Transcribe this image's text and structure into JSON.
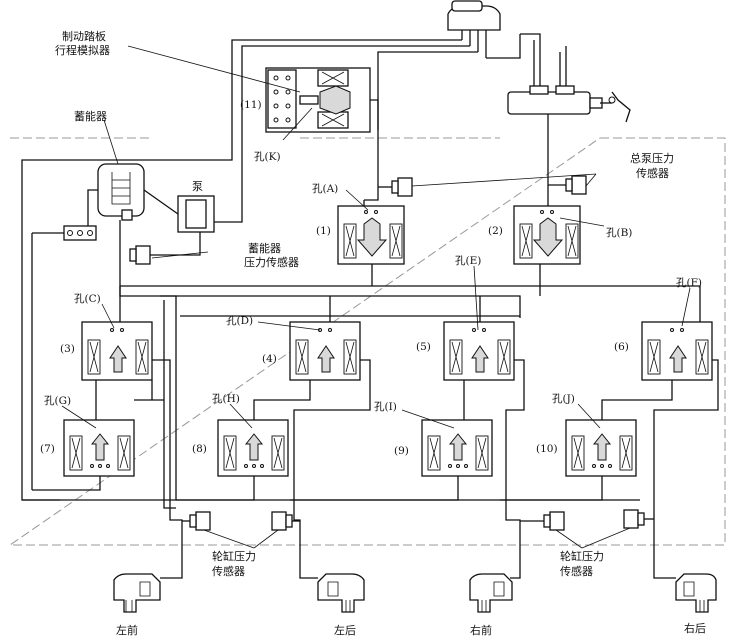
{
  "labels": {
    "pedal_simulator": [
      "制动踏板",
      "行程模拟器"
    ],
    "accumulator": "蓄能器",
    "pump": "泵",
    "accumulator_sensor": [
      "蓄能器",
      "压力传感器"
    ],
    "master_sensor": [
      "总泵压力",
      "传感器"
    ],
    "wheel_sensor_left": [
      "轮缸压力",
      "传感器"
    ],
    "wheel_sensor_right": [
      "轮缸压力",
      "传感器"
    ]
  },
  "orifices": {
    "A": "孔(A)",
    "B": "孔(B)",
    "C": "孔(C)",
    "D": "孔(D)",
    "E": "孔(E)",
    "F": "孔(F)",
    "G": "孔(G)",
    "H": "孔(H)",
    "I": "孔(I)",
    "J": "孔(J)",
    "K": "孔(K)"
  },
  "valves": {
    "v1": "(1)",
    "v2": "(2)",
    "v3": "(3)",
    "v4": "(4)",
    "v5": "(5)",
    "v6": "(6)",
    "v7": "(7)",
    "v8": "(8)",
    "v9": "(9)",
    "v10": "(10)",
    "v11": "(11)"
  },
  "wheels": {
    "front_left": "左前",
    "rear_left": "左后",
    "front_right": "右前",
    "rear_right": "右后"
  }
}
